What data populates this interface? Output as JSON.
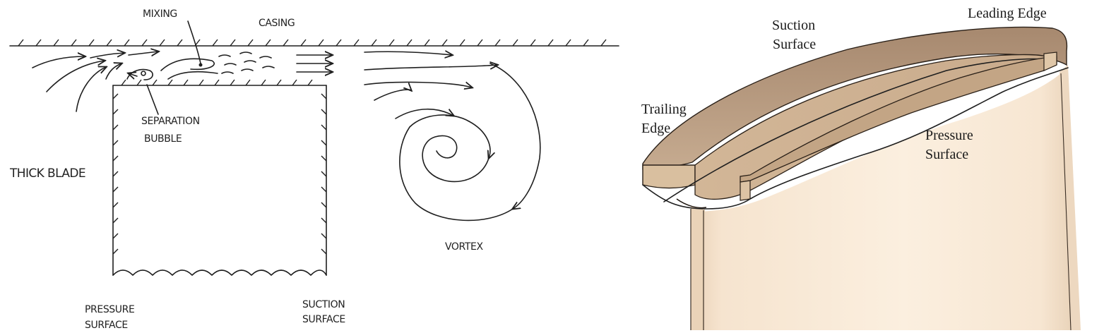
{
  "left_sketch": {
    "mixing_label": "MIXING",
    "casing_label": "CASING",
    "separation_label_line1": "SEPARATION",
    "separation_label_line2": "BUBBLE",
    "thick_blade_label": "THICK BLADE",
    "vortex_label": "VORTEX",
    "pressure_label_line1": "PRESSURE",
    "pressure_label_line2": "SURFACE",
    "suction_label_line1": "SUCTION",
    "suction_label_line2": "SURFACE"
  },
  "right_render": {
    "suction_label_line1": "Suction",
    "suction_label_line2": "Surface",
    "leading_edge_label": "Leading Edge",
    "trailing_label_line1": "Trailing",
    "trailing_label_line2": "Edge",
    "pressure_label_line1": "Pressure",
    "pressure_label_line2": "Surface"
  },
  "colors": {
    "blade_body": "#f9e8d4",
    "blade_shadow": "#e3c7a7",
    "squealer_rim": "#b79a80",
    "rim_top": "#9e8068",
    "outline": "#1f1f1f"
  }
}
